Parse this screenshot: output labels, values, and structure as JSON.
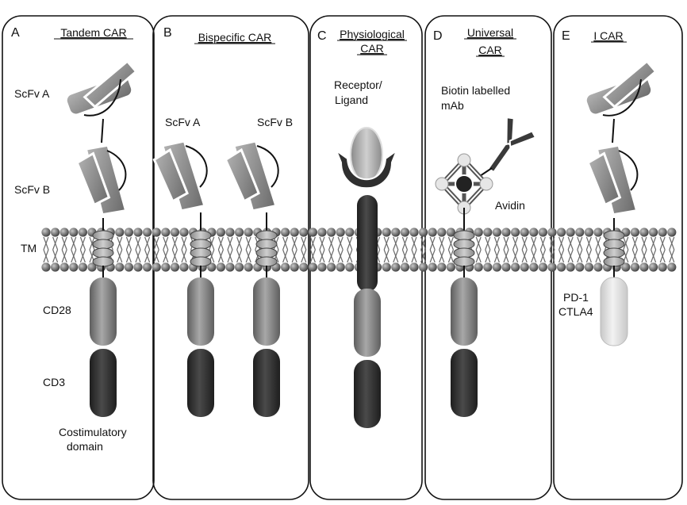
{
  "panels": [
    {
      "letter": "A",
      "title_lines": [
        "Tandem CAR"
      ]
    },
    {
      "letter": "B",
      "title_lines": [
        "Bispecific CAR"
      ]
    },
    {
      "letter": "C",
      "title_lines": [
        "Physiological",
        "CAR"
      ]
    },
    {
      "letter": "D",
      "title_lines": [
        "Universal",
        "CAR"
      ]
    },
    {
      "letter": "E",
      "title_lines": [
        "I CAR"
      ]
    }
  ],
  "labels": {
    "scfv_a": "ScFv A",
    "scfv_b": "ScFv B",
    "tm": "TM",
    "cd28": "CD28",
    "cd3": "CD3",
    "costim_line1": "Costimulatory",
    "costim_line2": "domain",
    "receptor_line1": "Receptor/",
    "receptor_line2": "Ligand",
    "biotin_line1": "Biotin labelled",
    "biotin_line2": "mAb",
    "avidin": "Avidin",
    "pd1": "PD-1",
    "ctla4": "CTLA4"
  },
  "colors": {
    "scfv": "#8e8e8e",
    "cd28": "#7a7a7a",
    "cd3": "#2e2e2e",
    "membrane": "#5a5a5a",
    "inhibitory": "#dcdcdc"
  }
}
